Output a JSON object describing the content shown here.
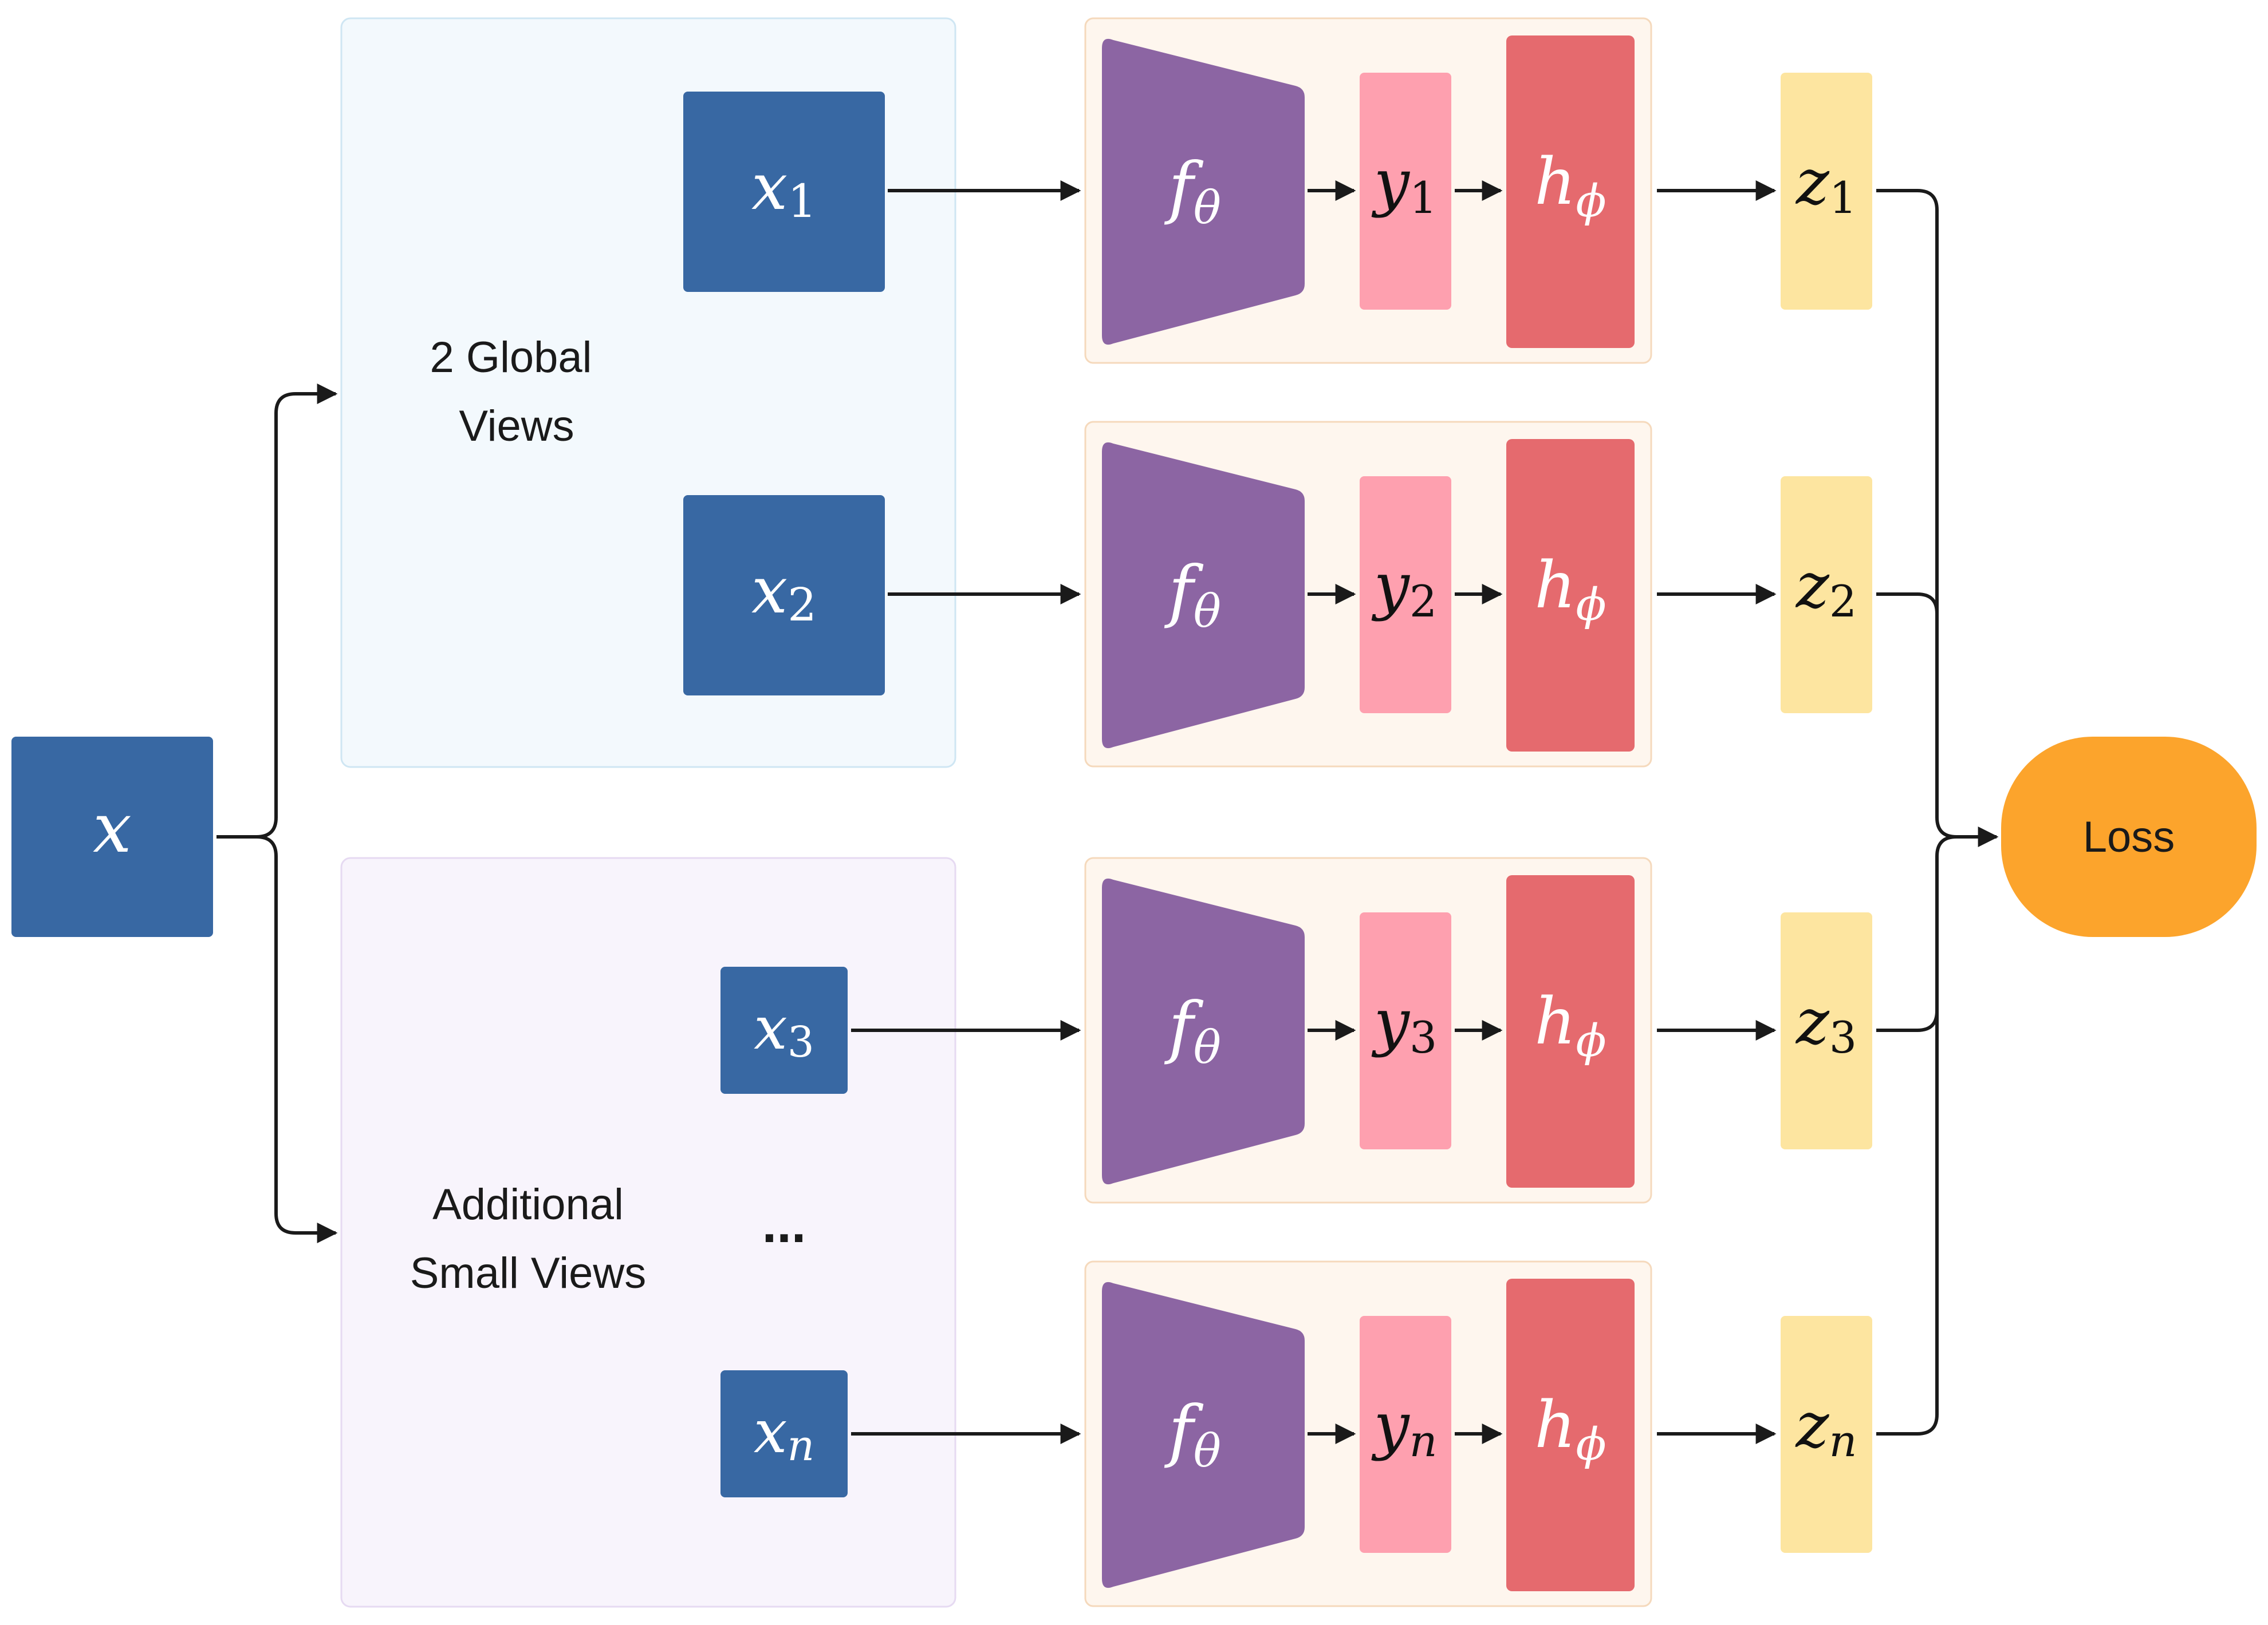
{
  "colors": {
    "input_block": "#3868a3",
    "global_panel_fill": "#f3f9fd",
    "global_panel_stroke": "#cfe6f3",
    "small_panel_fill": "#f8f4fc",
    "small_panel_stroke": "#e6daf2",
    "branch_panel_fill": "#fef6ee",
    "branch_panel_stroke": "#f5d9bc",
    "encoder": "#8c65a3",
    "representation": "#fea0af",
    "projector": "#e56a6e",
    "embedding": "#fde5a0",
    "loss": "#fca42c",
    "arrow": "#1a1a1a",
    "math_on_dark": "#ffffff",
    "math_on_light": "#111111"
  },
  "input": {
    "symbol": "x"
  },
  "groups": {
    "global": {
      "line1": "2 Global",
      "line2": "Views"
    },
    "small": {
      "line1": "Additional",
      "line2": "Small Views",
      "ellipsis": "..."
    }
  },
  "branches": [
    {
      "view": "x",
      "view_sub": "1",
      "encoder": "f",
      "encoder_sub": "θ",
      "rep": "y",
      "rep_sub": "1",
      "proj": "h",
      "proj_sub": "ϕ",
      "emb": "z",
      "emb_sub": "1"
    },
    {
      "view": "x",
      "view_sub": "2",
      "encoder": "f",
      "encoder_sub": "θ",
      "rep": "y",
      "rep_sub": "2",
      "proj": "h",
      "proj_sub": "ϕ",
      "emb": "z",
      "emb_sub": "2"
    },
    {
      "view": "x",
      "view_sub": "3",
      "encoder": "f",
      "encoder_sub": "θ",
      "rep": "y",
      "rep_sub": "3",
      "proj": "h",
      "proj_sub": "ϕ",
      "emb": "z",
      "emb_sub": "3"
    },
    {
      "view": "x",
      "view_sub": "n",
      "encoder": "f",
      "encoder_sub": "θ",
      "rep": "y",
      "rep_sub": "n",
      "proj": "h",
      "proj_sub": "ϕ",
      "emb": "z",
      "emb_sub": "n"
    }
  ],
  "loss": {
    "label": "Loss"
  }
}
